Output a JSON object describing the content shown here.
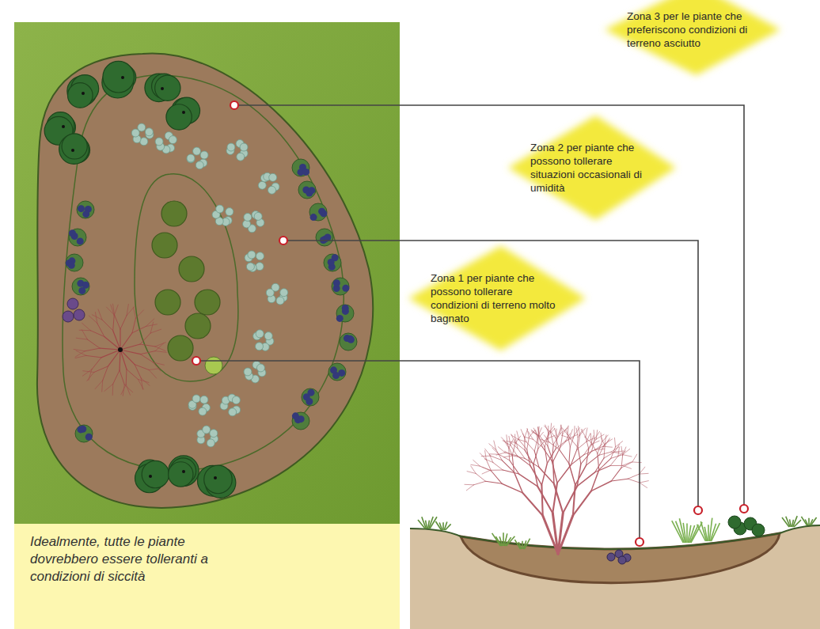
{
  "diagram": {
    "nodes": [
      {
        "text": [
          "Zona 3 per le piante che preferiscono condizioni di terreno asciutto"
        ]
      },
      {
        "text": [
          "Zona 2 per piante che possono tollerare situazioni occasionali di umidità"
        ]
      },
      {
        "text": [
          "Zona 1 per piante che possono tollerare condizioni di terreno molto bagnato"
        ]
      },
      {
        "text": [
          "Idealmente, tutte le piante dovrebbero essere tolleranti a condizioni di siccità"
        ]
      }
    ]
  }
}
